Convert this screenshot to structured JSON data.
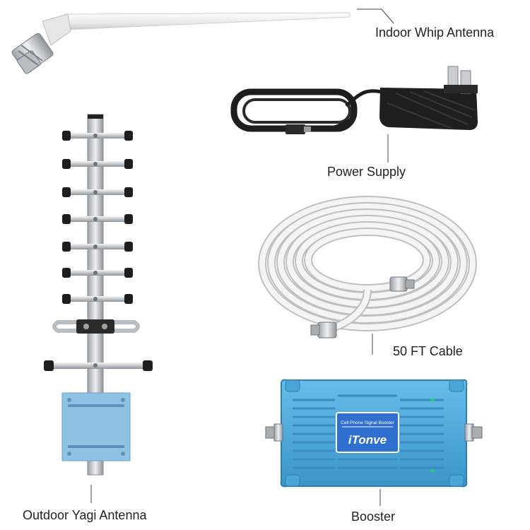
{
  "labels": {
    "indoor_whip_antenna": "Indoor Whip Antenna",
    "power_supply": "Power Supply",
    "cable": "50 FT Cable",
    "outdoor_yagi_antenna": "Outdoor Yagi Antenna",
    "booster": "Booster"
  },
  "booster_panel": {
    "caption": "Cell Phone Signal Booster",
    "brand": "iTonve"
  },
  "colors": {
    "booster_blue": "#4aa6d8",
    "panel_blue": "#2f6fd0",
    "yagi_plate": "#8fc3e6",
    "metal": "#c8ccd0",
    "dark": "#1e1e1e",
    "cable_white": "#f2f2f2"
  }
}
